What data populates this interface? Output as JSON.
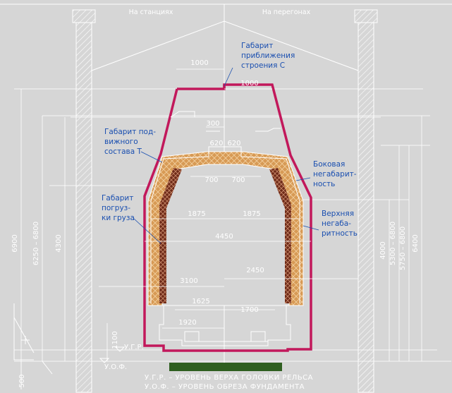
{
  "headers": {
    "left": "На станциях",
    "right": "На перегонах"
  },
  "labels": {
    "gabarit_c": [
      "Габарит",
      "приближения",
      "строения С"
    ],
    "gabarit_t": [
      "Габарит под-",
      "вижного",
      "состава Т"
    ],
    "gabarit_load": [
      "Габарит",
      "погруз-",
      "ки груза"
    ],
    "side_excess": [
      "Боковая",
      "негабарит-",
      "ность"
    ],
    "top_excess": [
      "Верхняя",
      "негаба-",
      "ритность"
    ]
  },
  "dims": {
    "d1000a": "1000",
    "d1000b": "1000",
    "d300": "300",
    "d620a": "620",
    "d620b": "620",
    "d700a": "700",
    "d700b": "700",
    "d1875a": "1875",
    "d1875b": "1875",
    "d4450": "4450",
    "d3100": "3100",
    "d2450": "2450",
    "d1625": "1625",
    "d1700": "1700",
    "d1920": "1920",
    "d1100": "1100",
    "d500": "500",
    "v6900": "6900",
    "v6250": "6250 – 6800",
    "v4300": "4300",
    "v4000": "4000",
    "v5300": "5300 – 6800",
    "v5750": "5750 – 6800",
    "v6400": "6400"
  },
  "levels": {
    "ugr": "У.Г.Р.",
    "uof": "У.О.Ф."
  },
  "legend": {
    "line1": "У.Г.Р. – УРОВЕНЬ ВЕРХА ГОЛОВКИ РЕЛЬСА",
    "line2": "У.О.Ф. – УРОВЕНЬ ОБРЕЗА ФУНДАМЕНТА"
  },
  "colors": {
    "envelope": "#c2185b",
    "lines": "#ffffff",
    "note": "#1a4fb0",
    "orange": "#d79a55",
    "brown": "#6e2a18",
    "green": "#2f5f20"
  }
}
